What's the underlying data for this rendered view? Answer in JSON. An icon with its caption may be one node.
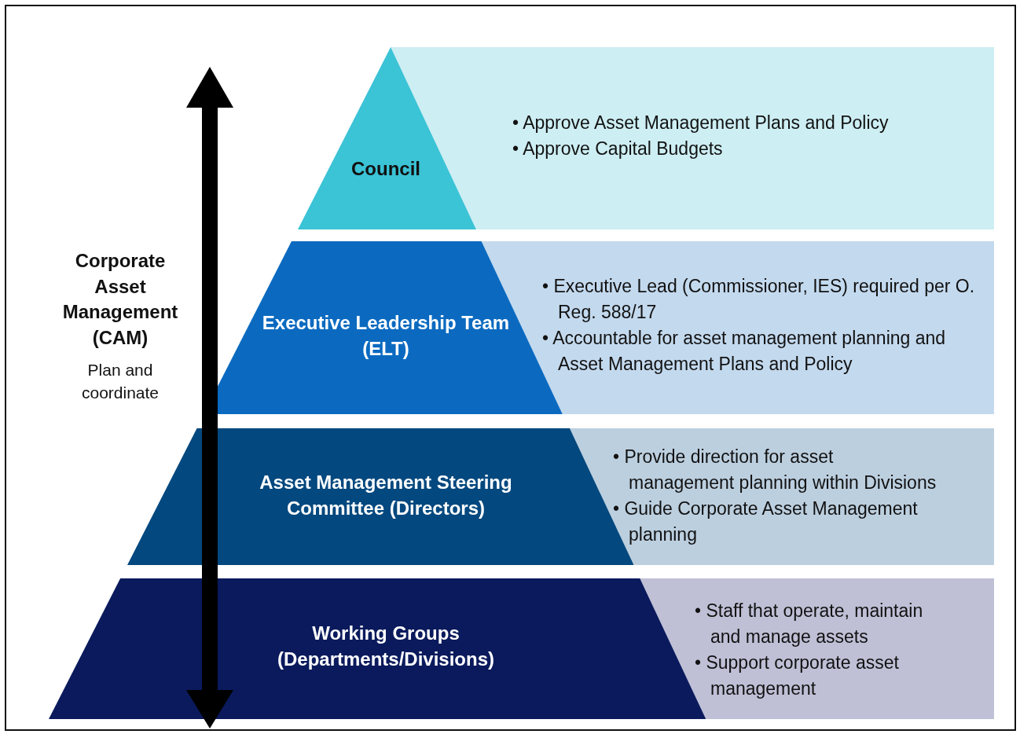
{
  "diagram": {
    "nodes": [
      {
        "text": [
          "Council"
        ]
      },
      {
        "text": [
          "• Approve Asset Management Plans and Policy",
          "• Approve Capital Budgets"
        ]
      },
      {
        "text": [
          "Executive Leadership Team (ELT)"
        ]
      },
      {
        "text": [
          "• Executive Lead (Commissioner, IES) required per O. Reg. 588/17",
          "• Accountable for asset management planning and Asset Management Plans and Policy"
        ]
      },
      {
        "text": [
          "Asset Management Steering Committee (Directors)"
        ]
      },
      {
        "text": [
          "• Provide direction for asset management planning within Divisions",
          "• Guide Corporate Asset Management planning"
        ]
      },
      {
        "text": [
          "Working Groups (Departments/Divisions)"
        ]
      },
      {
        "text": [
          "• Staff that operate, maintain and manage assets",
          "• Support corporate asset management"
        ]
      }
    ],
    "edges": [],
    "labels": [
      "Corporate Asset Management (CAM)",
      "Plan and coordinate"
    ]
  }
}
